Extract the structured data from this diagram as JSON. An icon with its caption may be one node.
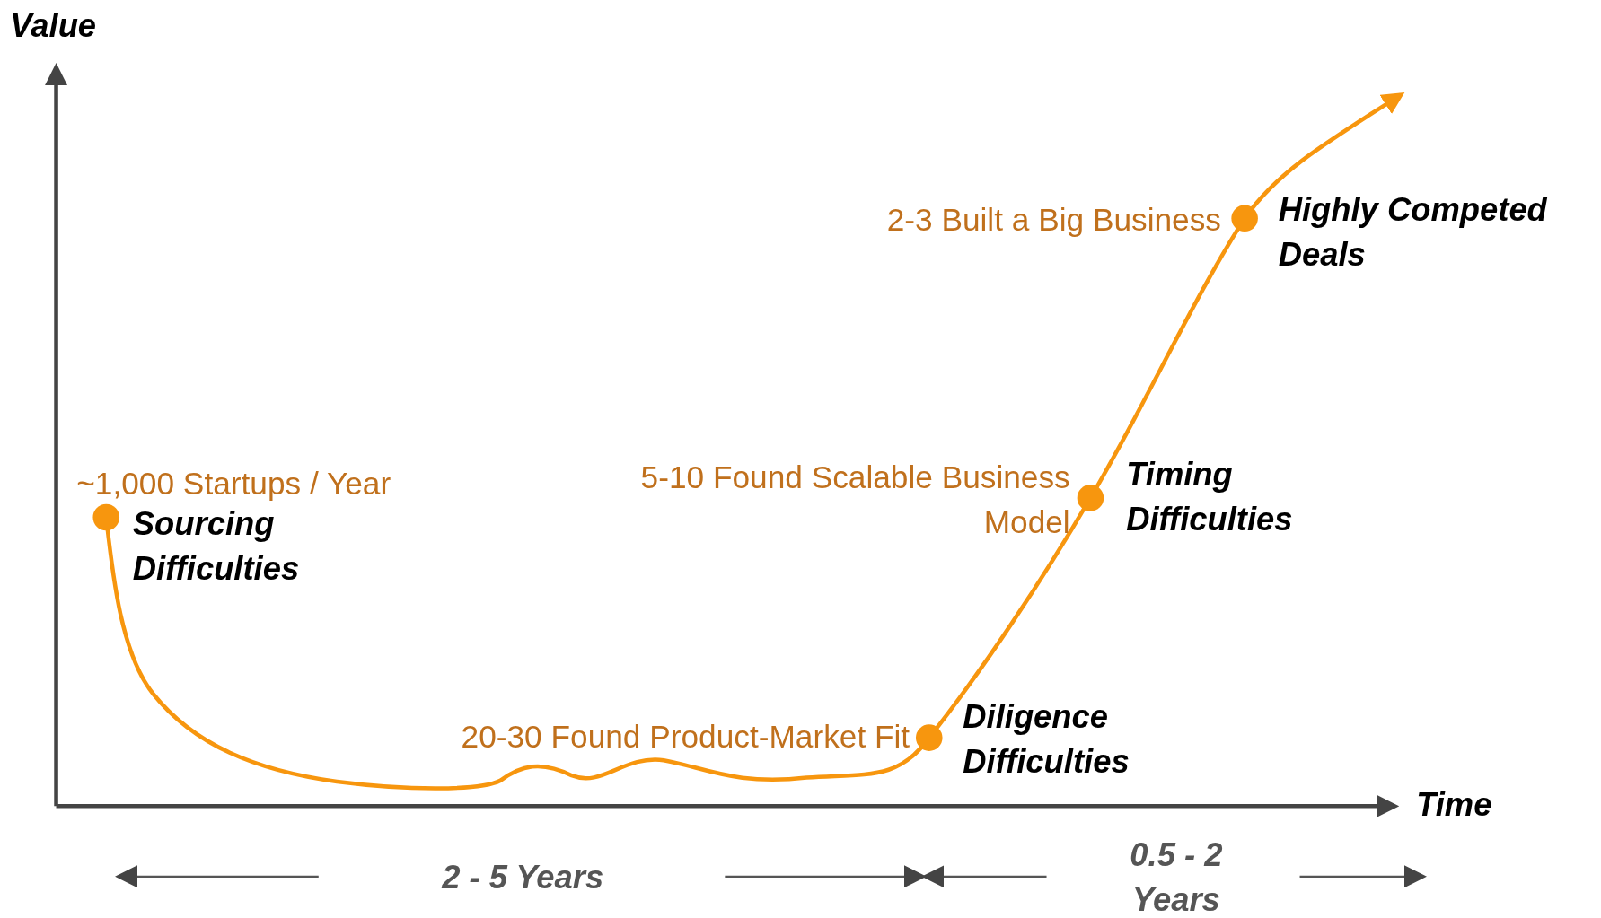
{
  "diagram": {
    "nodes": [
      {
        "text": [],
        "shape": "circle",
        "beside": [
          "~1,000 Startups / Year",
          "Sourcing Difficulties"
        ]
      },
      {
        "text": [],
        "shape": "circle",
        "beside": [
          "20-30 Found Product-Market Fit",
          "Diligence Difficulties"
        ]
      },
      {
        "text": [],
        "shape": "circle",
        "beside": [
          "5-10 Found Scalable Business Model",
          "Timing Difficulties"
        ]
      },
      {
        "text": [],
        "shape": "circle",
        "beside": [
          "2-3 Built a Big Business",
          "Highly Competed Deals"
        ]
      }
    ],
    "edges": [
      {
        "from": 0,
        "to": 1,
        "arrow": "none"
      },
      {
        "from": 1,
        "to": 2,
        "arrow": "none"
      },
      {
        "from": 2,
        "to": 3,
        "arrow": "none"
      },
      {
        "from": 3,
        "to": null,
        "arrow": "to"
      }
    ],
    "labels": [
      "Value",
      "Time",
      "2 - 5 Years",
      "0.5 - 2 Years"
    ]
  }
}
